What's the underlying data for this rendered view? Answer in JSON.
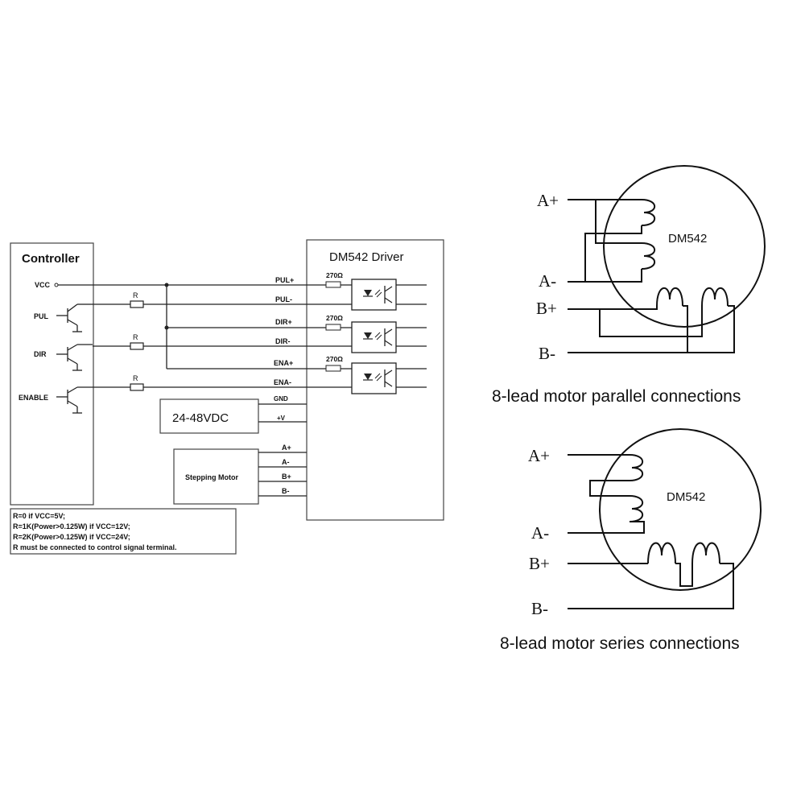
{
  "wiring": {
    "controller_title": "Controller",
    "driver_title": "DM542 Driver",
    "vcc": "VCC",
    "pul": "PUL",
    "dir": "DIR",
    "enable": "ENABLE",
    "resistor": "R",
    "pul_plus": "PUL+",
    "pul_minus": "PUL-",
    "dir_plus": "DIR+",
    "dir_minus": "DIR-",
    "ena_plus": "ENA+",
    "ena_minus": "ENA-",
    "ohm": "270Ω",
    "gnd": "GND",
    "vplus": "+V",
    "power": "24-48VDC",
    "motor": "Stepping Motor",
    "a_plus": "A+",
    "a_minus": "A-",
    "b_plus": "B+",
    "b_minus": "B-",
    "notes": [
      "R=0 if VCC=5V;",
      "R=1K(Power>0.125W) if VCC=12V;",
      "R=2K(Power>0.125W) if VCC=24V;",
      "R must be connected to control signal terminal."
    ]
  },
  "parallel": {
    "motor_label": "DM542",
    "a_plus": "A+",
    "a_minus": "A-",
    "b_plus": "B+",
    "b_minus": "B-",
    "caption": "8-lead motor parallel connections"
  },
  "series": {
    "motor_label": "DM542",
    "a_plus": "A+",
    "a_minus": "A-",
    "b_plus": "B+",
    "b_minus": "B-",
    "caption": "8-lead motor series connections"
  }
}
